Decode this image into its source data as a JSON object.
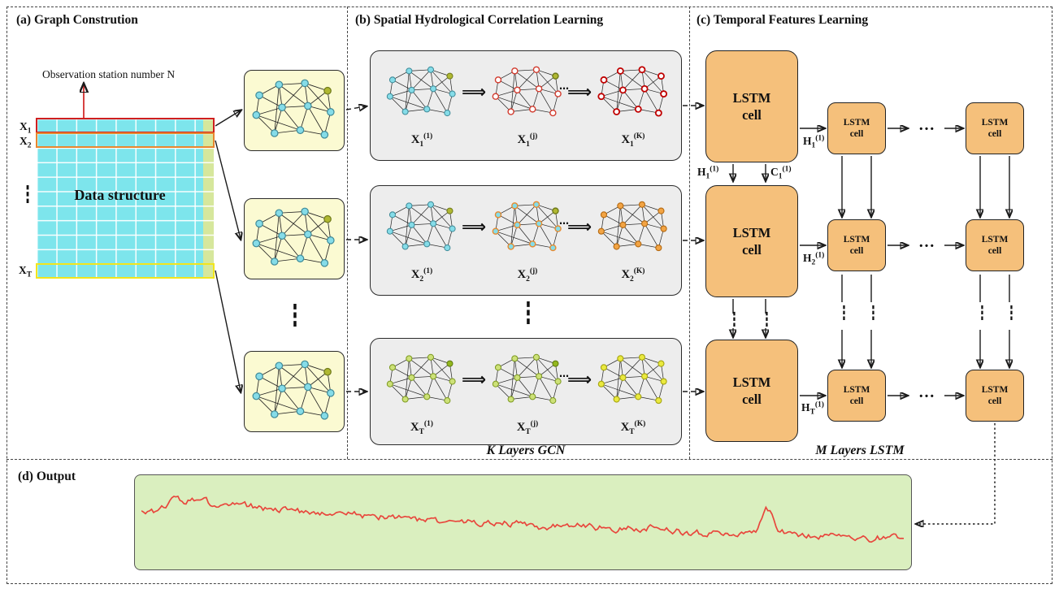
{
  "glyphs": {
    "vdots": "⋮",
    "hdots": "…",
    "double_arrow": "⟹",
    "gcn_dots": "…"
  },
  "colors": {
    "panel_gray": "#ededed",
    "lstm_fill": "#f5c07b",
    "yellow_box": "#fbfad2",
    "matrix_cyan": "#7de5ec",
    "matrix_green": "#d6e79c",
    "output_green": "#daefbf",
    "series_red": "#e8463c",
    "row1_border": "#d01f1f",
    "row2_border": "#e8872e",
    "rowT_border": "#f2e51c",
    "arrow_red": "#d02020"
  },
  "panels": {
    "a": {
      "title": "(a) Graph Constrution",
      "annotation": "Observation station number N",
      "matrix_label": "Data structure",
      "rows": [
        {
          "base": "X",
          "sub": "1"
        },
        {
          "base": "X",
          "sub": "2"
        },
        {
          "base": "X",
          "sub": "T"
        }
      ]
    },
    "b": {
      "title": "(b) Spatial Hydrological Correlation Learning",
      "caption": "K Layers GCN",
      "rows": [
        {
          "labels": [
            {
              "base": "X",
              "sub": "1",
              "sup": "(1)"
            },
            {
              "base": "X",
              "sub": "1",
              "sup": "(j)"
            },
            {
              "base": "X",
              "sub": "1",
              "sup": "(K)"
            }
          ]
        },
        {
          "labels": [
            {
              "base": "X",
              "sub": "2",
              "sup": "(1)"
            },
            {
              "base": "X",
              "sub": "2",
              "sup": "(j)"
            },
            {
              "base": "X",
              "sub": "2",
              "sup": "(K)"
            }
          ]
        },
        {
          "labels": [
            {
              "base": "X",
              "sub": "T",
              "sup": "(1)"
            },
            {
              "base": "X",
              "sub": "T",
              "sup": "(j)"
            },
            {
              "base": "X",
              "sub": "T",
              "sup": "(K)"
            }
          ]
        }
      ]
    },
    "c": {
      "title": "(c) Temporal Features Learning",
      "caption": "M Layers LSTM",
      "cell_line1": "LSTM",
      "cell_line2": "cell",
      "gate_labels": [
        {
          "base": "H",
          "sub": "1",
          "sup": "(1)"
        },
        {
          "base": "C",
          "sub": "1",
          "sup": "(1)"
        }
      ],
      "hidden_labels": [
        {
          "base": "H",
          "sub": "1",
          "sup": "(1)"
        },
        {
          "base": "H",
          "sub": "2",
          "sup": "(1)"
        },
        {
          "base": "H",
          "sub": "T",
          "sup": "(1)"
        }
      ]
    },
    "d": {
      "title": "(d) Output"
    }
  }
}
